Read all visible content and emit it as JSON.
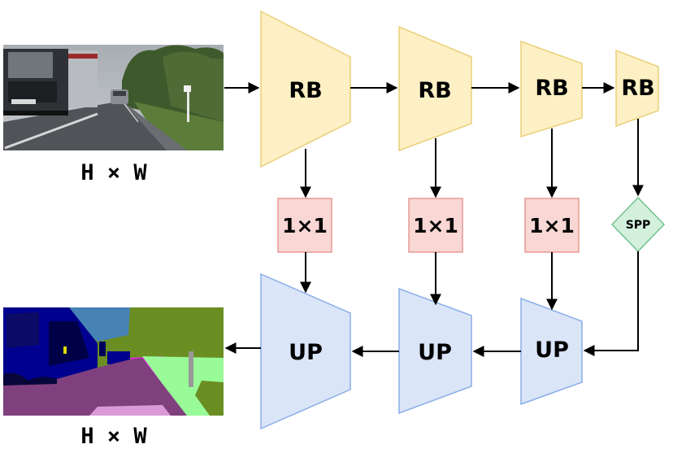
{
  "colors": {
    "rb_fill": "#fdf0c4",
    "rb_stroke": "#ead07a",
    "up_fill": "#dbe5f8",
    "up_stroke": "#8aaee8",
    "conv_fill": "#f8d7d4",
    "conv_stroke": "#e89a93",
    "spp_fill": "#d3f0dc",
    "spp_stroke": "#72c28e"
  },
  "input": {
    "dims": "H × W"
  },
  "output": {
    "dims": "H × W"
  },
  "encoder": [
    {
      "label": "RB"
    },
    {
      "label": "RB"
    },
    {
      "label": "RB"
    },
    {
      "label": "RB"
    }
  ],
  "lateral": [
    {
      "label": "1×1"
    },
    {
      "label": "1×1"
    },
    {
      "label": "1×1"
    },
    {
      "label": "SPP"
    }
  ],
  "decoder": [
    {
      "label": "UP"
    },
    {
      "label": "UP"
    },
    {
      "label": "UP"
    }
  ]
}
